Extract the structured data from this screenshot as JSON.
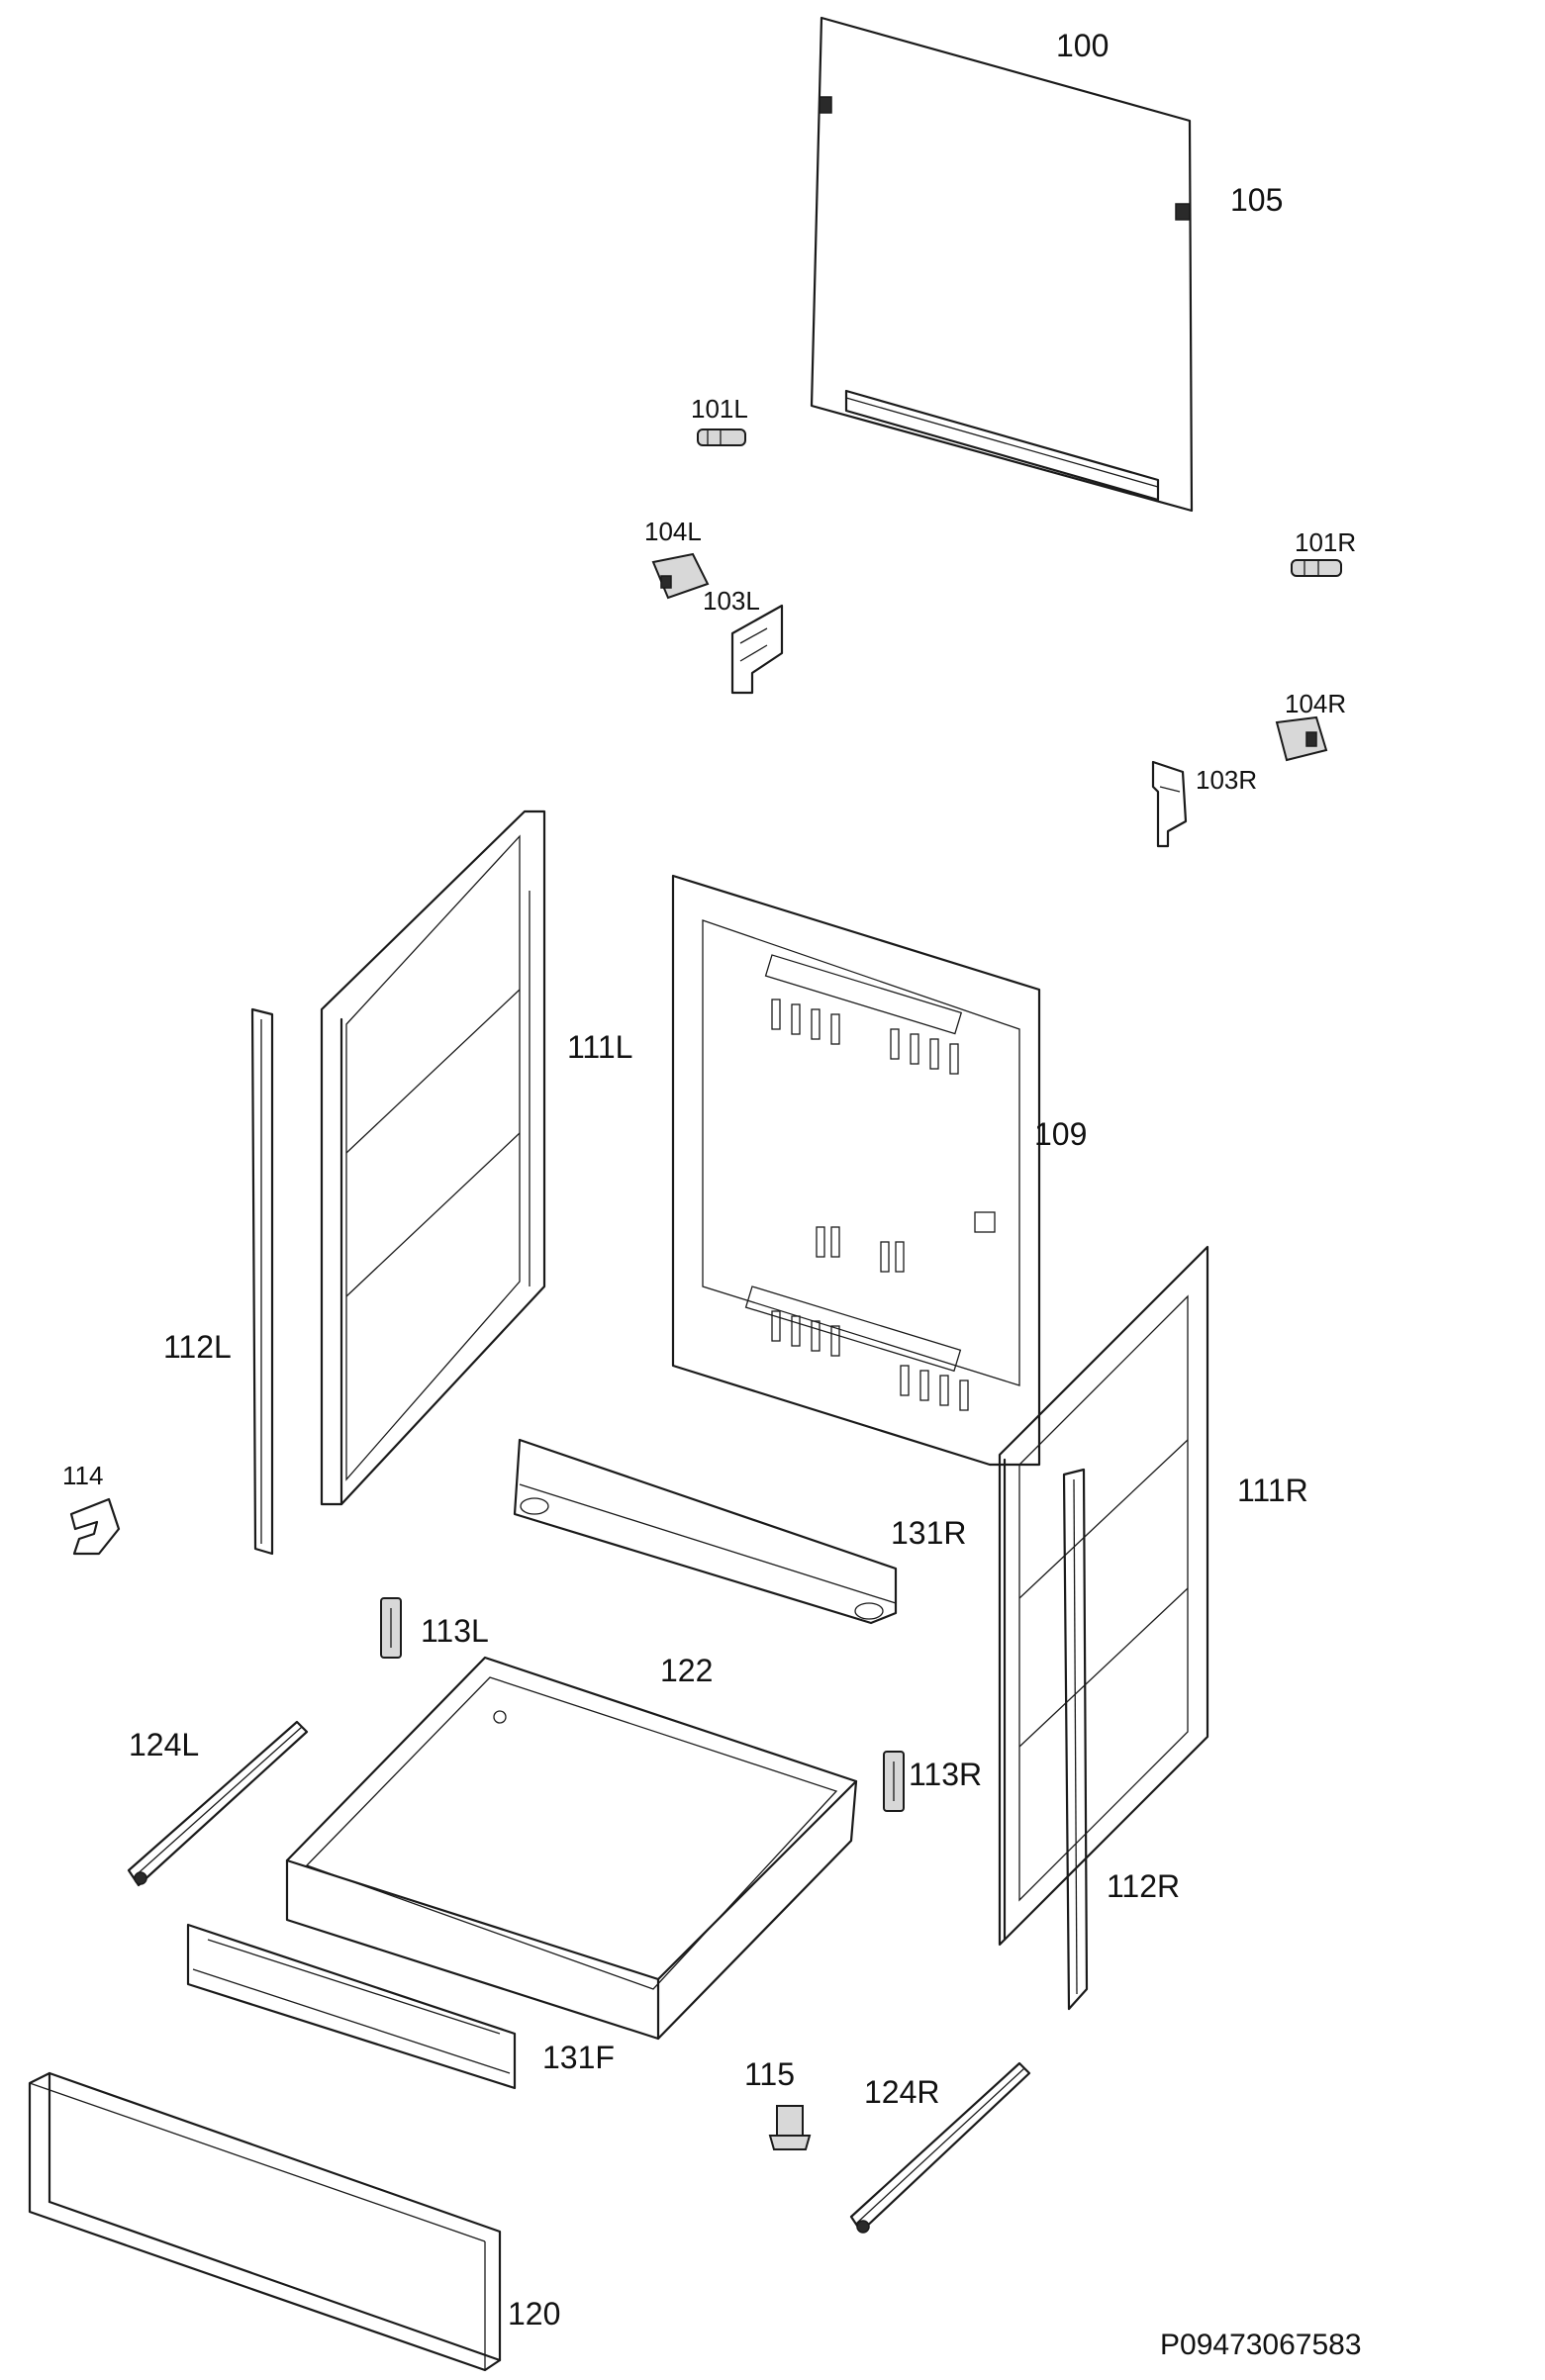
{
  "diagram": {
    "parts": [
      {
        "id": "door-panel",
        "label": "100"
      },
      {
        "id": "door-stop",
        "label": "105"
      },
      {
        "id": "hinge-pin-left",
        "label": "101L"
      },
      {
        "id": "hinge-cover-left",
        "label": "104L"
      },
      {
        "id": "hinge-bracket-left",
        "label": "103L"
      },
      {
        "id": "hinge-pin-right",
        "label": "101R"
      },
      {
        "id": "hinge-cover-right",
        "label": "104R"
      },
      {
        "id": "hinge-bracket-right",
        "label": "103R"
      },
      {
        "id": "side-panel-left",
        "label": "111L"
      },
      {
        "id": "back-panel",
        "label": "109"
      },
      {
        "id": "side-trim-left",
        "label": "112L"
      },
      {
        "id": "clip",
        "label": "114"
      },
      {
        "id": "rear-cross-rail",
        "label": "131R"
      },
      {
        "id": "side-panel-right",
        "label": "111R"
      },
      {
        "id": "runner-bracket-left",
        "label": "113L"
      },
      {
        "id": "drawer-tray",
        "label": "122"
      },
      {
        "id": "telescopic-runner-left",
        "label": "124L"
      },
      {
        "id": "runner-bracket-right",
        "label": "113R"
      },
      {
        "id": "side-trim-right",
        "label": "112R"
      },
      {
        "id": "front-cross-rail",
        "label": "131F"
      },
      {
        "id": "leveling-foot",
        "label": "115"
      },
      {
        "id": "telescopic-runner-right",
        "label": "124R"
      },
      {
        "id": "drawer-front",
        "label": "120"
      }
    ],
    "document_code": "P09473067583"
  }
}
